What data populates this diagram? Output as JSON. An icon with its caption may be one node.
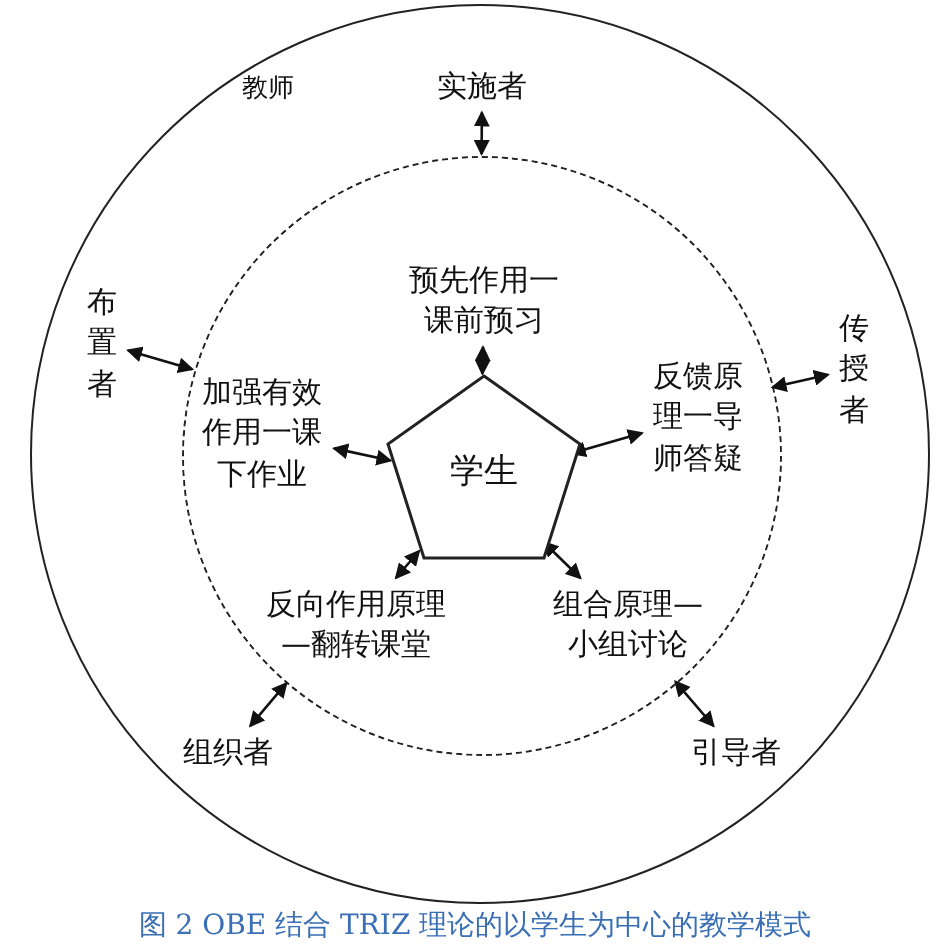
{
  "diagram": {
    "caption": "图 2 OBE 结合 TRIZ 理论的以学生为中心的教学模式",
    "nodes": [
      {
        "text": [
          "教师"
        ]
      },
      {
        "text": [],
        "shape": "circle",
        "in": 0
      },
      {
        "text": [
          "学生"
        ],
        "in": 1
      },
      {
        "text": [
          "预先作用一课前预习"
        ],
        "in": 1
      },
      {
        "text": [
          "反馈原理一导师答疑"
        ],
        "in": 1
      },
      {
        "text": [
          "组合原理—小组讨论"
        ],
        "in": 1
      },
      {
        "text": [
          "反向作用原理—翻转课堂"
        ],
        "in": 1
      },
      {
        "text": [
          "加强有效作用一课下作业"
        ],
        "in": 1
      },
      {
        "text": [
          "实施者"
        ],
        "in": 0
      },
      {
        "text": [
          "布置者"
        ],
        "in": 0
      },
      {
        "text": [
          "传授者"
        ],
        "in": 0
      },
      {
        "text": [
          "组织者"
        ],
        "in": 0
      },
      {
        "text": [
          "引导者"
        ],
        "in": 0
      }
    ],
    "edges": [
      {
        "from": 3,
        "to": 2,
        "arrow": "both"
      },
      {
        "from": 4,
        "to": 2,
        "arrow": "both"
      },
      {
        "from": 5,
        "to": 2,
        "arrow": "both"
      },
      {
        "from": 6,
        "to": 2,
        "arrow": "both"
      },
      {
        "from": 7,
        "to": 2,
        "arrow": "both"
      },
      {
        "from": 8,
        "to": 1,
        "arrow": "both"
      },
      {
        "from": 9,
        "to": 1,
        "arrow": "both"
      },
      {
        "from": 10,
        "to": 1,
        "arrow": "both"
      },
      {
        "from": 11,
        "to": 1,
        "arrow": "both"
      },
      {
        "from": 12,
        "to": 1,
        "arrow": "both"
      }
    ]
  }
}
